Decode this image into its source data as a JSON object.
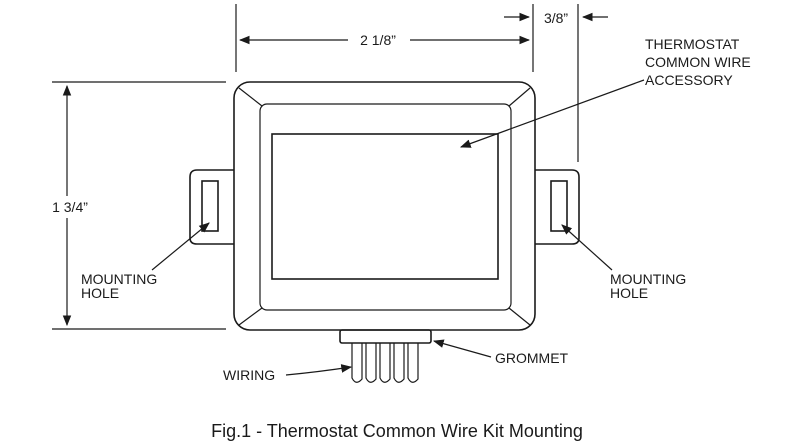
{
  "dimensions": {
    "width": "2 1/8”",
    "height": "1 3/4”",
    "offset": "3/8”"
  },
  "labels": {
    "accessory_line1": "THERMOSTAT",
    "accessory_line2": "COMMON WIRE",
    "accessory_line3": "ACCESSORY",
    "mounting_hole_left_line1": "MOUNTING",
    "mounting_hole_left_line2": "HOLE",
    "mounting_hole_right_line1": "MOUNTING",
    "mounting_hole_right_line2": "HOLE",
    "grommet": "GROMMET",
    "wiring": "WIRING"
  },
  "caption": "Fig.1 - Thermostat Common Wire Kit Mounting"
}
